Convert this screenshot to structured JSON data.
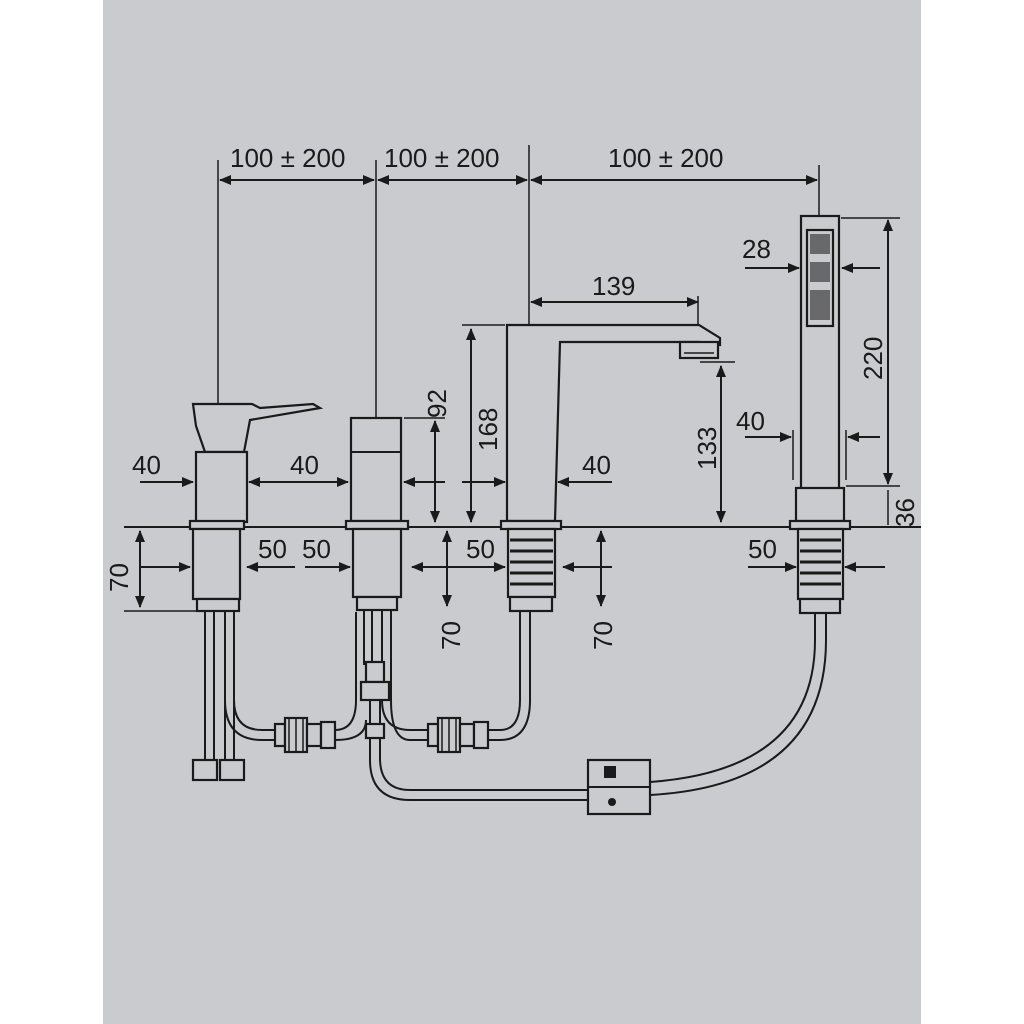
{
  "colors": {
    "background": "#c9cbce",
    "margin": "#ffffff",
    "line": "#1a1a1a"
  },
  "dimensions": {
    "spacing_1": "100 ± 200",
    "spacing_2": "100 ± 200",
    "spacing_3": "100 ± 200",
    "spout_reach": "139",
    "handshower_width": "28",
    "handshower_length": "220",
    "handshower_base_height": "36",
    "handshower_body_width": "40",
    "handshower_shank": "50",
    "spout_height": "168",
    "spout_outlet_height": "133",
    "spout_body_width": "40",
    "spout_shank": "50",
    "diverter_height": "92",
    "diverter_body_width": "40",
    "diverter_shank": "50",
    "mixer_body_width": "40",
    "mixer_shank": "50",
    "mixer_thread": "70",
    "diverter_thread": "70",
    "spout_thread": "70"
  }
}
